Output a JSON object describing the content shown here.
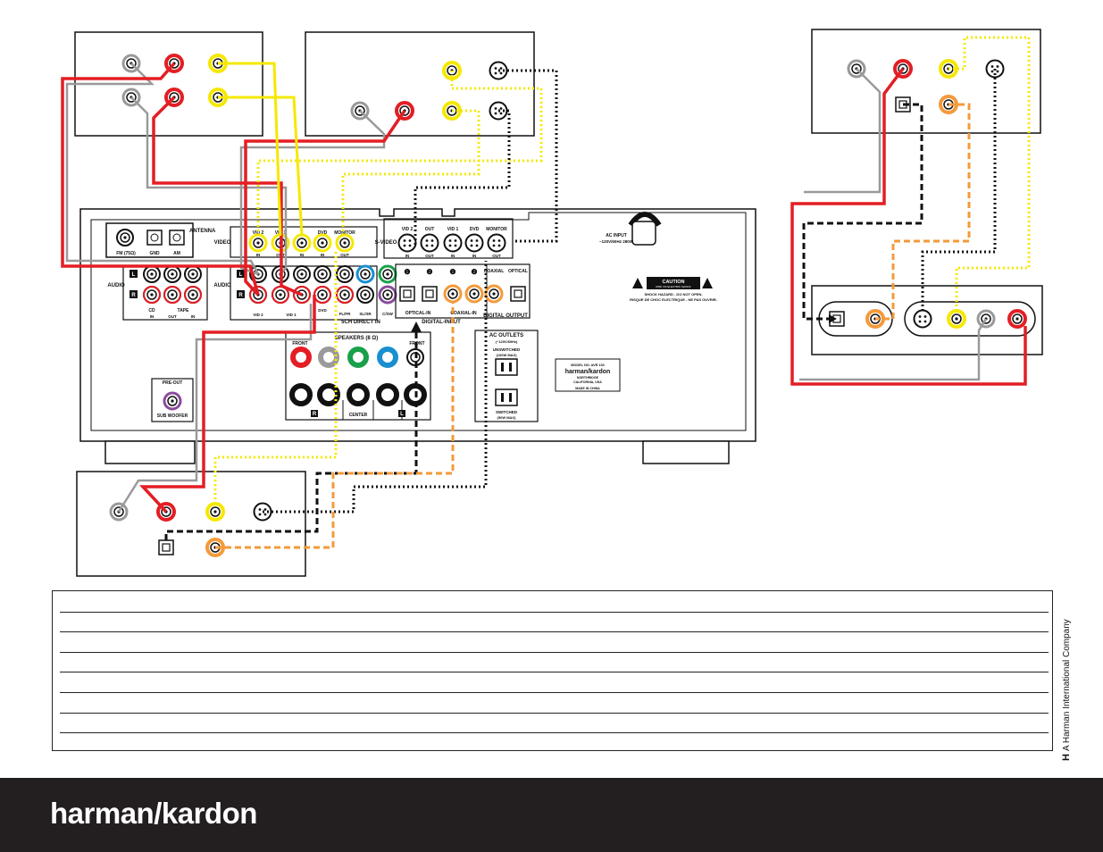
{
  "labels": {
    "antenna": "ANTENNA",
    "fm": "FM (75Ω)",
    "gnd": "GND",
    "am": "AM",
    "video": "VIDEO",
    "audio": "AUDIO",
    "s_video": "S-VIDEO",
    "vid2": "VID 2",
    "vid1": "VID 1",
    "dvd": "DVD",
    "monitor": "MONITOR",
    "in": "IN",
    "out": "OUT",
    "cd": "CD",
    "tape": "TAPE",
    "l": "L",
    "r": "R",
    "fl_fr": "FL/FR",
    "sl_sr": "SL/SR",
    "c_sw": "C/SW",
    "sch_direct_in": "5CH DIRECT IN",
    "optical_in": "OPTICAL-IN",
    "coaxial_in": "COAXIAL-IN",
    "digital_input": "DIGITAL-INPUT",
    "coaxial": "COAXIAL",
    "optical": "OPTICAL",
    "digital_output": "DIGITAL OUTPUT",
    "speakers": "SPEAKERS (8 Ω)",
    "front": "FRONT",
    "center": "CENTER",
    "pre_out": "PRE-OUT",
    "sub_woofer": "SUB WOOFER",
    "ac_input": "AC INPUT",
    "ac_input_spec": "~120V/60Hz 280W",
    "caution": "CAUTION",
    "caution_sub": "RISK OF ELECTRIC SHOCK",
    "caution_sub2": "DO NOT OPEN",
    "shock_1": "SHOCK HAZARD - DO NOT OPEN.",
    "shock_2": "RISQUE DE CHOC ELECTRIQUE - NE PAS OUVRIR.",
    "ac_outlets": "AC OUTLETS",
    "ac_outlets_spec": "(~120V/60Hz)",
    "unswitched": "UNSWITCHED",
    "unswitched_spec": "(100W MAX)",
    "switched": "SWITCHED",
    "switched_spec": "(50W MAX)",
    "model": "MODEL NO. AVR 130",
    "brand_small": "harman/kardon",
    "northridge": "NORTHRIDGE",
    "california": "CALIFORNIA, USA",
    "made_in": "MADE IN CHINA",
    "num_1": "❶",
    "num_2": "❷"
  },
  "brand": {
    "logo": "harman/kardon",
    "company_mark": "H",
    "company_line": "A Harman International Company"
  },
  "notes": {
    "line_count": 7
  },
  "colors": {
    "red": "#e31e24",
    "yellow": "#f5e800",
    "orange": "#f39a3a",
    "black": "#111111",
    "gray": "#9a9a9a",
    "green": "#1aa04a",
    "blue": "#1a8fd0",
    "purple": "#8a4c9c",
    "footer": "#231f20"
  }
}
